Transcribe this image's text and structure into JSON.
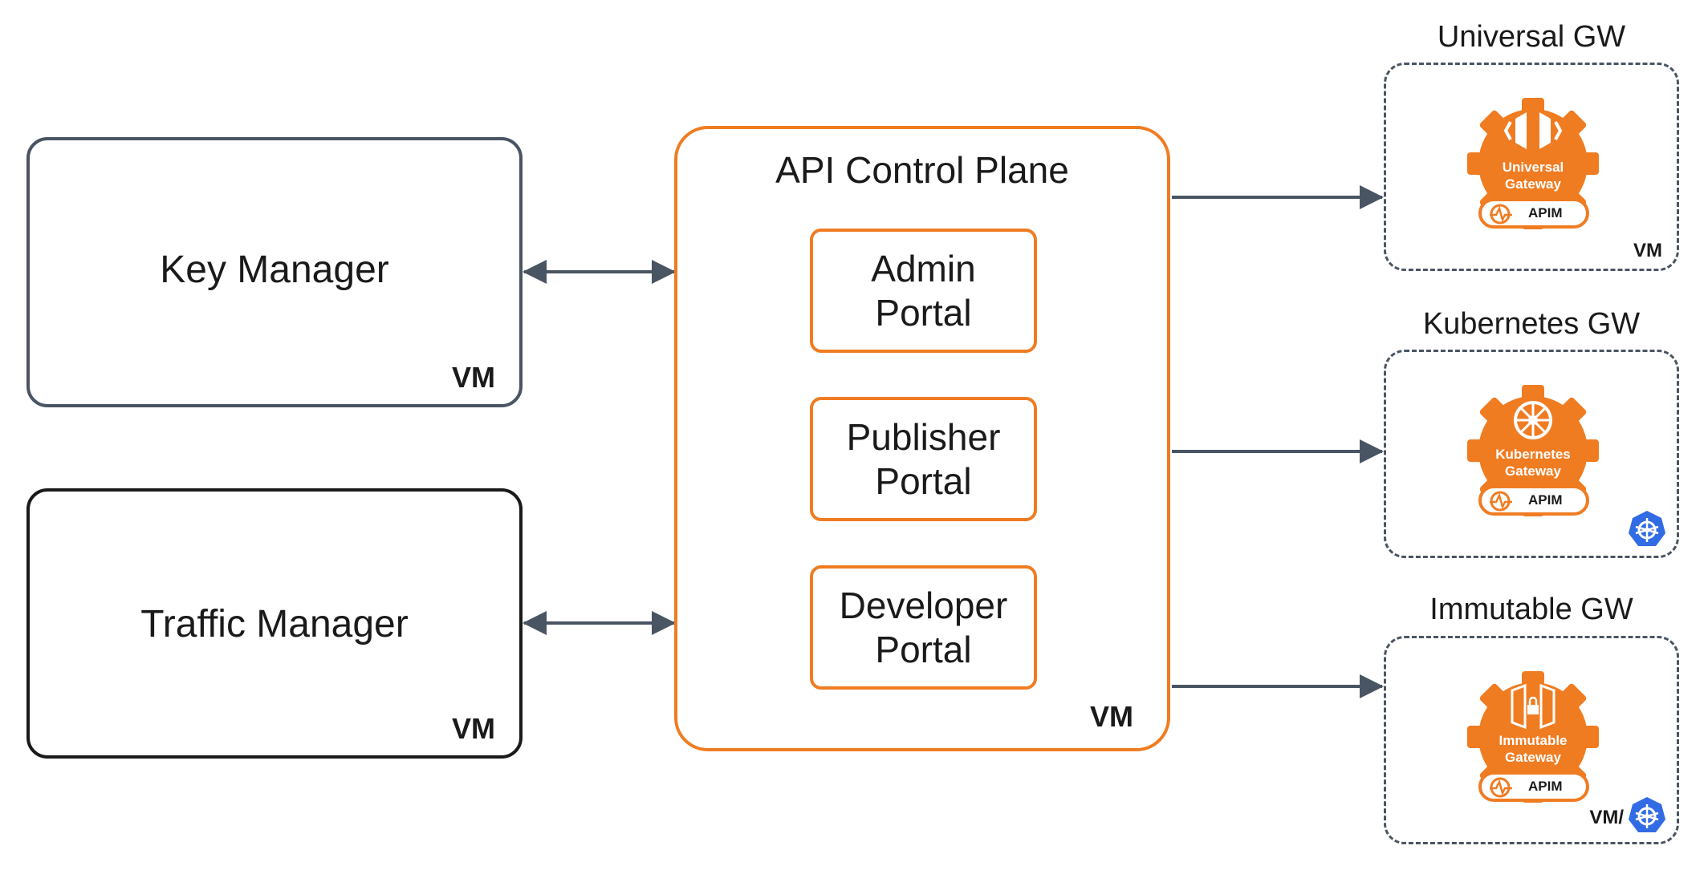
{
  "key_manager": {
    "label": "Key Manager",
    "vm": "VM"
  },
  "traffic_manager": {
    "label": "Traffic Manager",
    "vm": "VM"
  },
  "control_plane": {
    "title": "API Control Plane",
    "vm": "VM",
    "portals": [
      {
        "line1": "Admin",
        "line2": "Portal"
      },
      {
        "line1": "Publisher",
        "line2": "Portal"
      },
      {
        "line1": "Developer",
        "line2": "Portal"
      }
    ]
  },
  "gateways": [
    {
      "title": "Universal GW",
      "badge_line1": "Universal",
      "badge_line2": "Gateway",
      "apim": "APIM",
      "vm": "VM"
    },
    {
      "title": "Kubernetes GW",
      "badge_line1": "Kubernetes",
      "badge_line2": "Gateway",
      "apim": "APIM",
      "vm": ""
    },
    {
      "title": "Immutable GW",
      "badge_line1": "Immutable",
      "badge_line2": "Gateway",
      "apim": "APIM",
      "vm": "VM/"
    }
  ],
  "colors": {
    "accent": "#f07c22",
    "arrow": "#4a5563",
    "k8s": "#326ce5"
  },
  "icons": [
    "universal-gateway-icon",
    "kubernetes-gateway-icon",
    "immutable-gateway-icon",
    "pulse-icon",
    "kubernetes-logo-icon"
  ]
}
